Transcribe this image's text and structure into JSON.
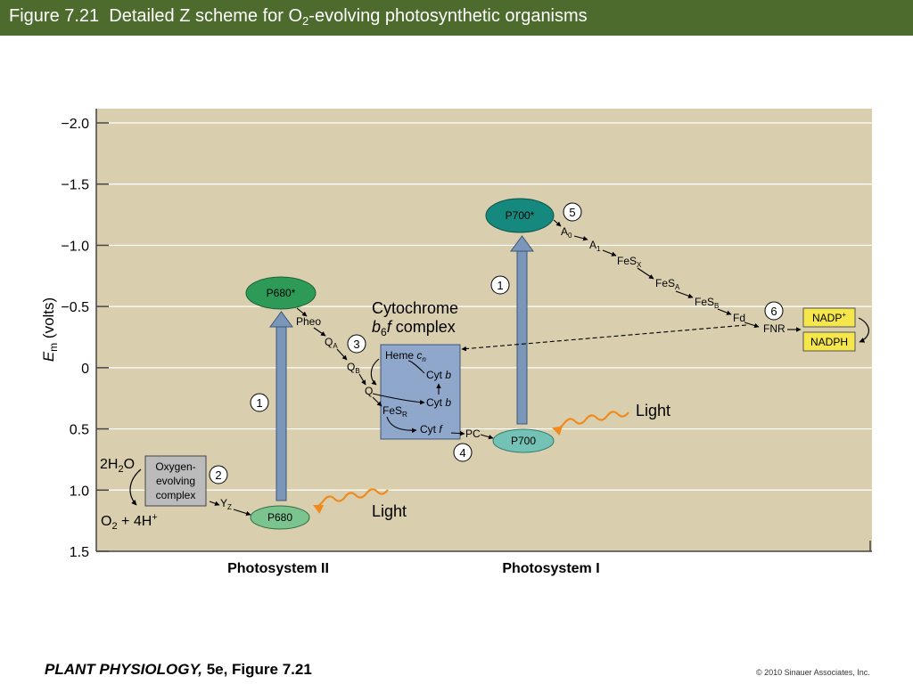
{
  "slide_title": {
    "figure": "Figure 7.21",
    "text_before_sub": "Detailed Z scheme for O",
    "sub": "2",
    "text_after_sub": "-evolving photosynthetic organisms"
  },
  "axis": {
    "label_main": "E",
    "label_sub": "m",
    "label_unit": "(volts)",
    "ticks": [
      "−2.0",
      "−1.5",
      "−1.0",
      "−0.5",
      "0",
      "0.5",
      "1.0",
      "1.5"
    ],
    "tick_values": [
      -2.0,
      -1.5,
      -1.0,
      -0.5,
      0,
      0.5,
      1.0,
      1.5
    ],
    "range": [
      -2.0,
      1.5
    ],
    "grid": true
  },
  "sections": {
    "psii": "Photosystem II",
    "psi": "Photosystem I"
  },
  "nodes": {
    "p680_star": "P680*",
    "p680": "P680",
    "p700_star": "P700*",
    "p700": "P700",
    "pheo": "Pheo",
    "qa": "Q",
    "qa_sub": "A",
    "qb": "Q",
    "qb_sub": "B",
    "q": "Q",
    "fesr": "FeS",
    "fesr_sub": "R",
    "cyt_f": "Cyt ",
    "cyt_f_ital": "f",
    "pc": "PC",
    "yz": "Y",
    "yz_sub": "Z",
    "heme_cn": "Heme ",
    "heme_cn_ital": "c",
    "heme_cn_sub": "n",
    "cyt_b1": "Cyt ",
    "cyt_b1_ital": "b",
    "cyt_b2": "Cyt ",
    "cyt_b2_ital": "b",
    "a0": "A",
    "a0_sub": "0",
    "a1": "A",
    "a1_sub": "1",
    "fesx": "FeS",
    "fesx_sub": "X",
    "fesa": "FeS",
    "fesa_sub": "A",
    "fesb": "FeS",
    "fesb_sub": "B",
    "fd": "Fd",
    "fnr": "FNR",
    "nadp": "NADP",
    "nadp_sup": "+",
    "nadph": "NADPH"
  },
  "oec": {
    "line1": "Oxygen-",
    "line2": "evolving",
    "line3": "complex",
    "water": "2H",
    "water_sub": "2",
    "water_tail": "O",
    "products": "O",
    "products_sub": "2",
    "products_tail": " + 4H",
    "products_sup": "+"
  },
  "cytochrome": {
    "line1": "Cytochrome",
    "line2_ital": "b",
    "line2_sub": "6",
    "line2_ital2": "f",
    "line2_tail": " complex"
  },
  "light_label": "Light",
  "steps": [
    "1",
    "2",
    "3",
    "4",
    "5",
    "6"
  ],
  "colors": {
    "title_bar": "#4c6b2d",
    "plot_bg": "#d9cfae",
    "p680_star_fill": "#2e9a58",
    "p680_fill": "#7bc48f",
    "p700_star_fill": "#16897f",
    "p700_fill": "#74c2b6",
    "excitation_arrow": "#7a96b8",
    "cytochrome_box": "#8ea7cb",
    "oec_box": "#bbbbbb",
    "nadp_box": "#f5e64c",
    "light_wave": "#f08a1c"
  },
  "footer": {
    "book_ital": "PLANT PHYSIOLOGY,",
    "book_rest": " 5e, Figure 7.21",
    "copyright": "© 2010 Sinauer Associates, Inc."
  }
}
